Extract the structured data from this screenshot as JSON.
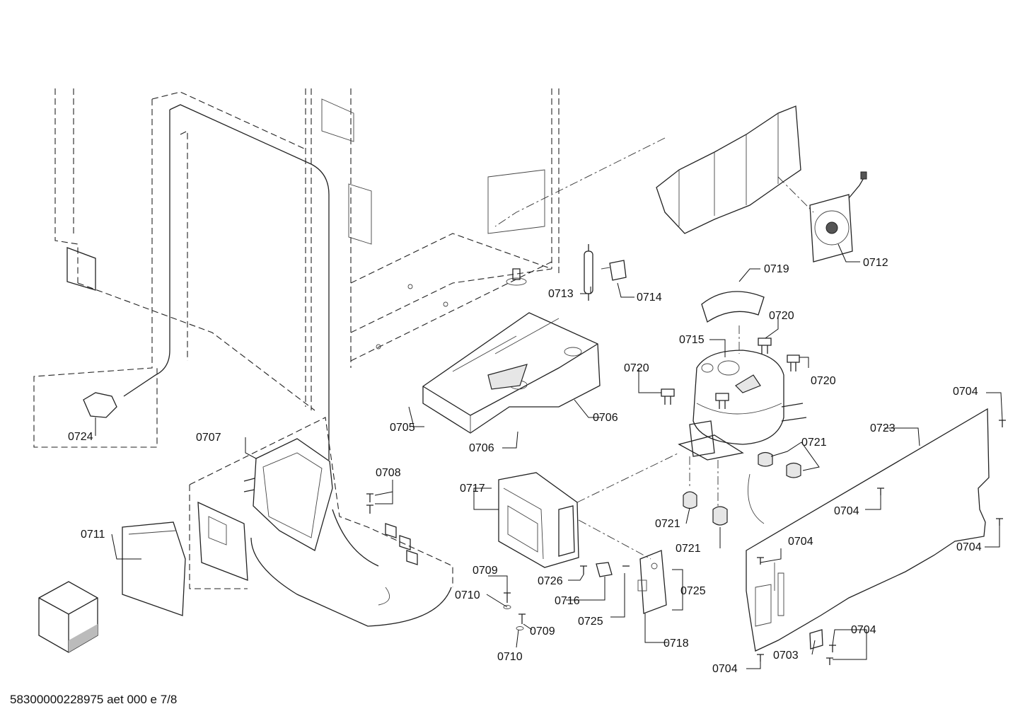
{
  "diagram": {
    "footer_code": "58300000228975 aet 000 e 7/8",
    "labels": {
      "l0703": "0703",
      "l0704": "0704",
      "l0705": "0705",
      "l0706": "0706",
      "l0707": "0707",
      "l0708": "0708",
      "l0709": "0709",
      "l0710": "0710",
      "l0711": "0711",
      "l0712": "0712",
      "l0713": "0713",
      "l0714": "0714",
      "l0715": "0715",
      "l0716": "0716",
      "l0717": "0717",
      "l0718": "0718",
      "l0719": "0719",
      "l0720": "0720",
      "l0721": "0721",
      "l0723": "0723",
      "l0724": "0724",
      "l0725": "0725",
      "l0726": "0726"
    }
  }
}
